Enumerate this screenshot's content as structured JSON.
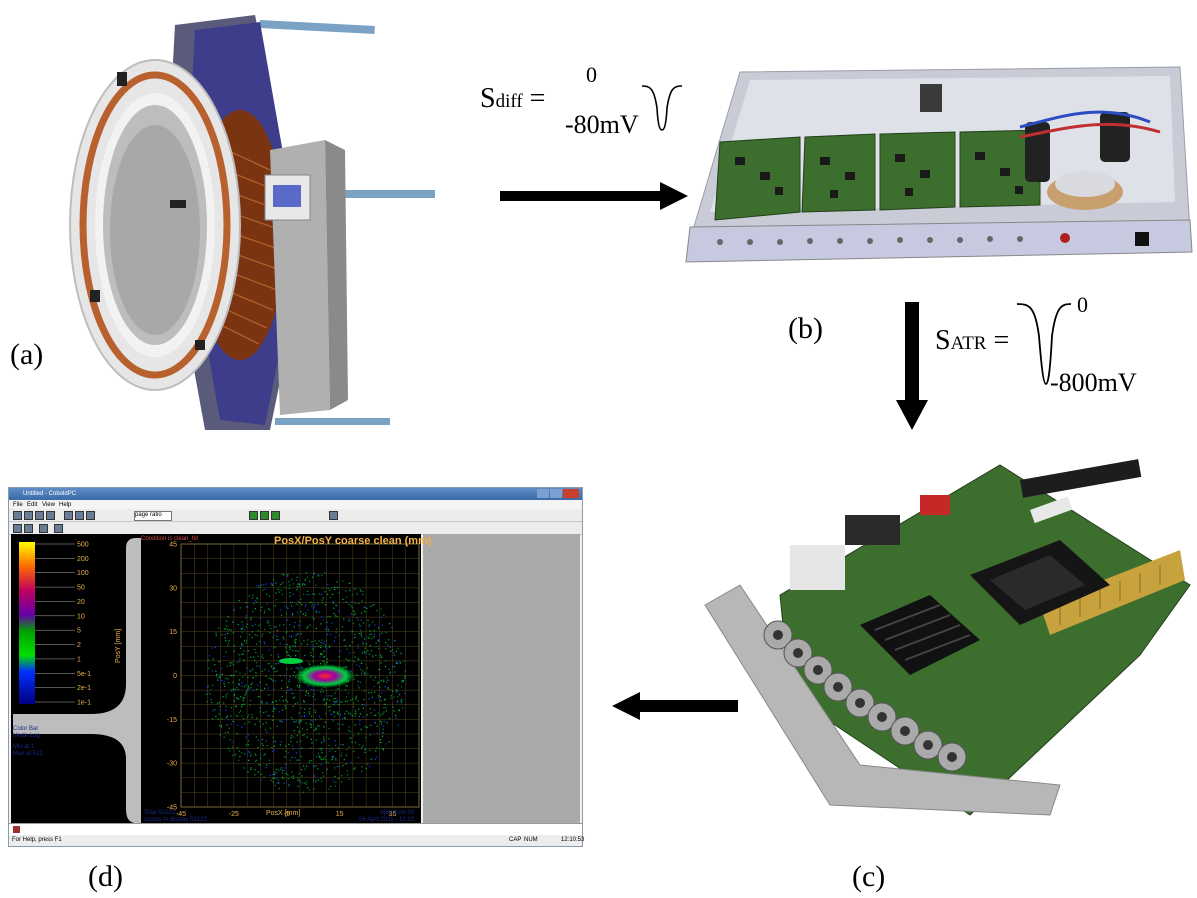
{
  "labels": {
    "a": "(a)",
    "b": "(b)",
    "c": "(c)",
    "d": "(d)"
  },
  "formulas": {
    "sdiff": {
      "symbol": "S",
      "subscript": "diff",
      "eq": "=",
      "top": "0",
      "bottom": "-80mV"
    },
    "satr": {
      "symbol": "S",
      "subscript": "ATR",
      "eq": "=",
      "top": "0",
      "bottom": "-800mV"
    }
  },
  "window": {
    "title": "Untitled - CoboldPC",
    "menu": [
      "File",
      "Edit",
      "View",
      "Help"
    ],
    "zoom_select": "page ratio",
    "plot_condition": "Condition is clean_hit",
    "plot_title": "PosX/PosY coarse clean (mm)",
    "xlabel": "PosX [mm]",
    "ylabel": "PosY [mm]",
    "colorbar_ticks": [
      "500",
      "200",
      "100",
      "50",
      "20",
      "10",
      "5",
      "2",
      "1",
      "5e-1",
      "2e-1",
      "1e-1"
    ],
    "colorbar_info1": [
      "Color Bar",
      "Mode Log"
    ],
    "colorbar_info2": [
      "Min at 1",
      "Max at 512"
    ],
    "footer_left": [
      "Total 52222",
      "counts in display 52222"
    ],
    "footer_right": [
      "Spectrum 30",
      "06 April 2011 - 12:10"
    ],
    "status_left": "For Help, press F1",
    "status_caps": "CAP",
    "status_num": "NUM",
    "status_time": "12:10:53"
  },
  "chart_data": {
    "type": "heatmap",
    "title": "PosX/PosY coarse clean (mm)",
    "xlabel": "PosX [mm]",
    "ylabel": "PosY [mm]",
    "x_ticks": [
      -45,
      -25,
      -5,
      15,
      35
    ],
    "y_ticks": [
      45,
      30,
      15,
      0,
      -15,
      -30,
      -45
    ],
    "xlim": [
      -45,
      45
    ],
    "ylim": [
      -45,
      45
    ],
    "color_scale": "log",
    "colorbar_range": [
      0.1,
      500
    ],
    "grid": true
  },
  "colors": {
    "arrow": "#000000",
    "plot_bg": "#000000",
    "plot_grid": "#6a5a2a",
    "axis_text": "#e8b24a",
    "title_text": "#f4b04a",
    "detector_copper": "#b8612e",
    "pcb_green": "#3c6e2e",
    "chassis": "#c9ccd6"
  },
  "icons": [
    "detector-image",
    "amplifier-image",
    "pci-card-image"
  ]
}
